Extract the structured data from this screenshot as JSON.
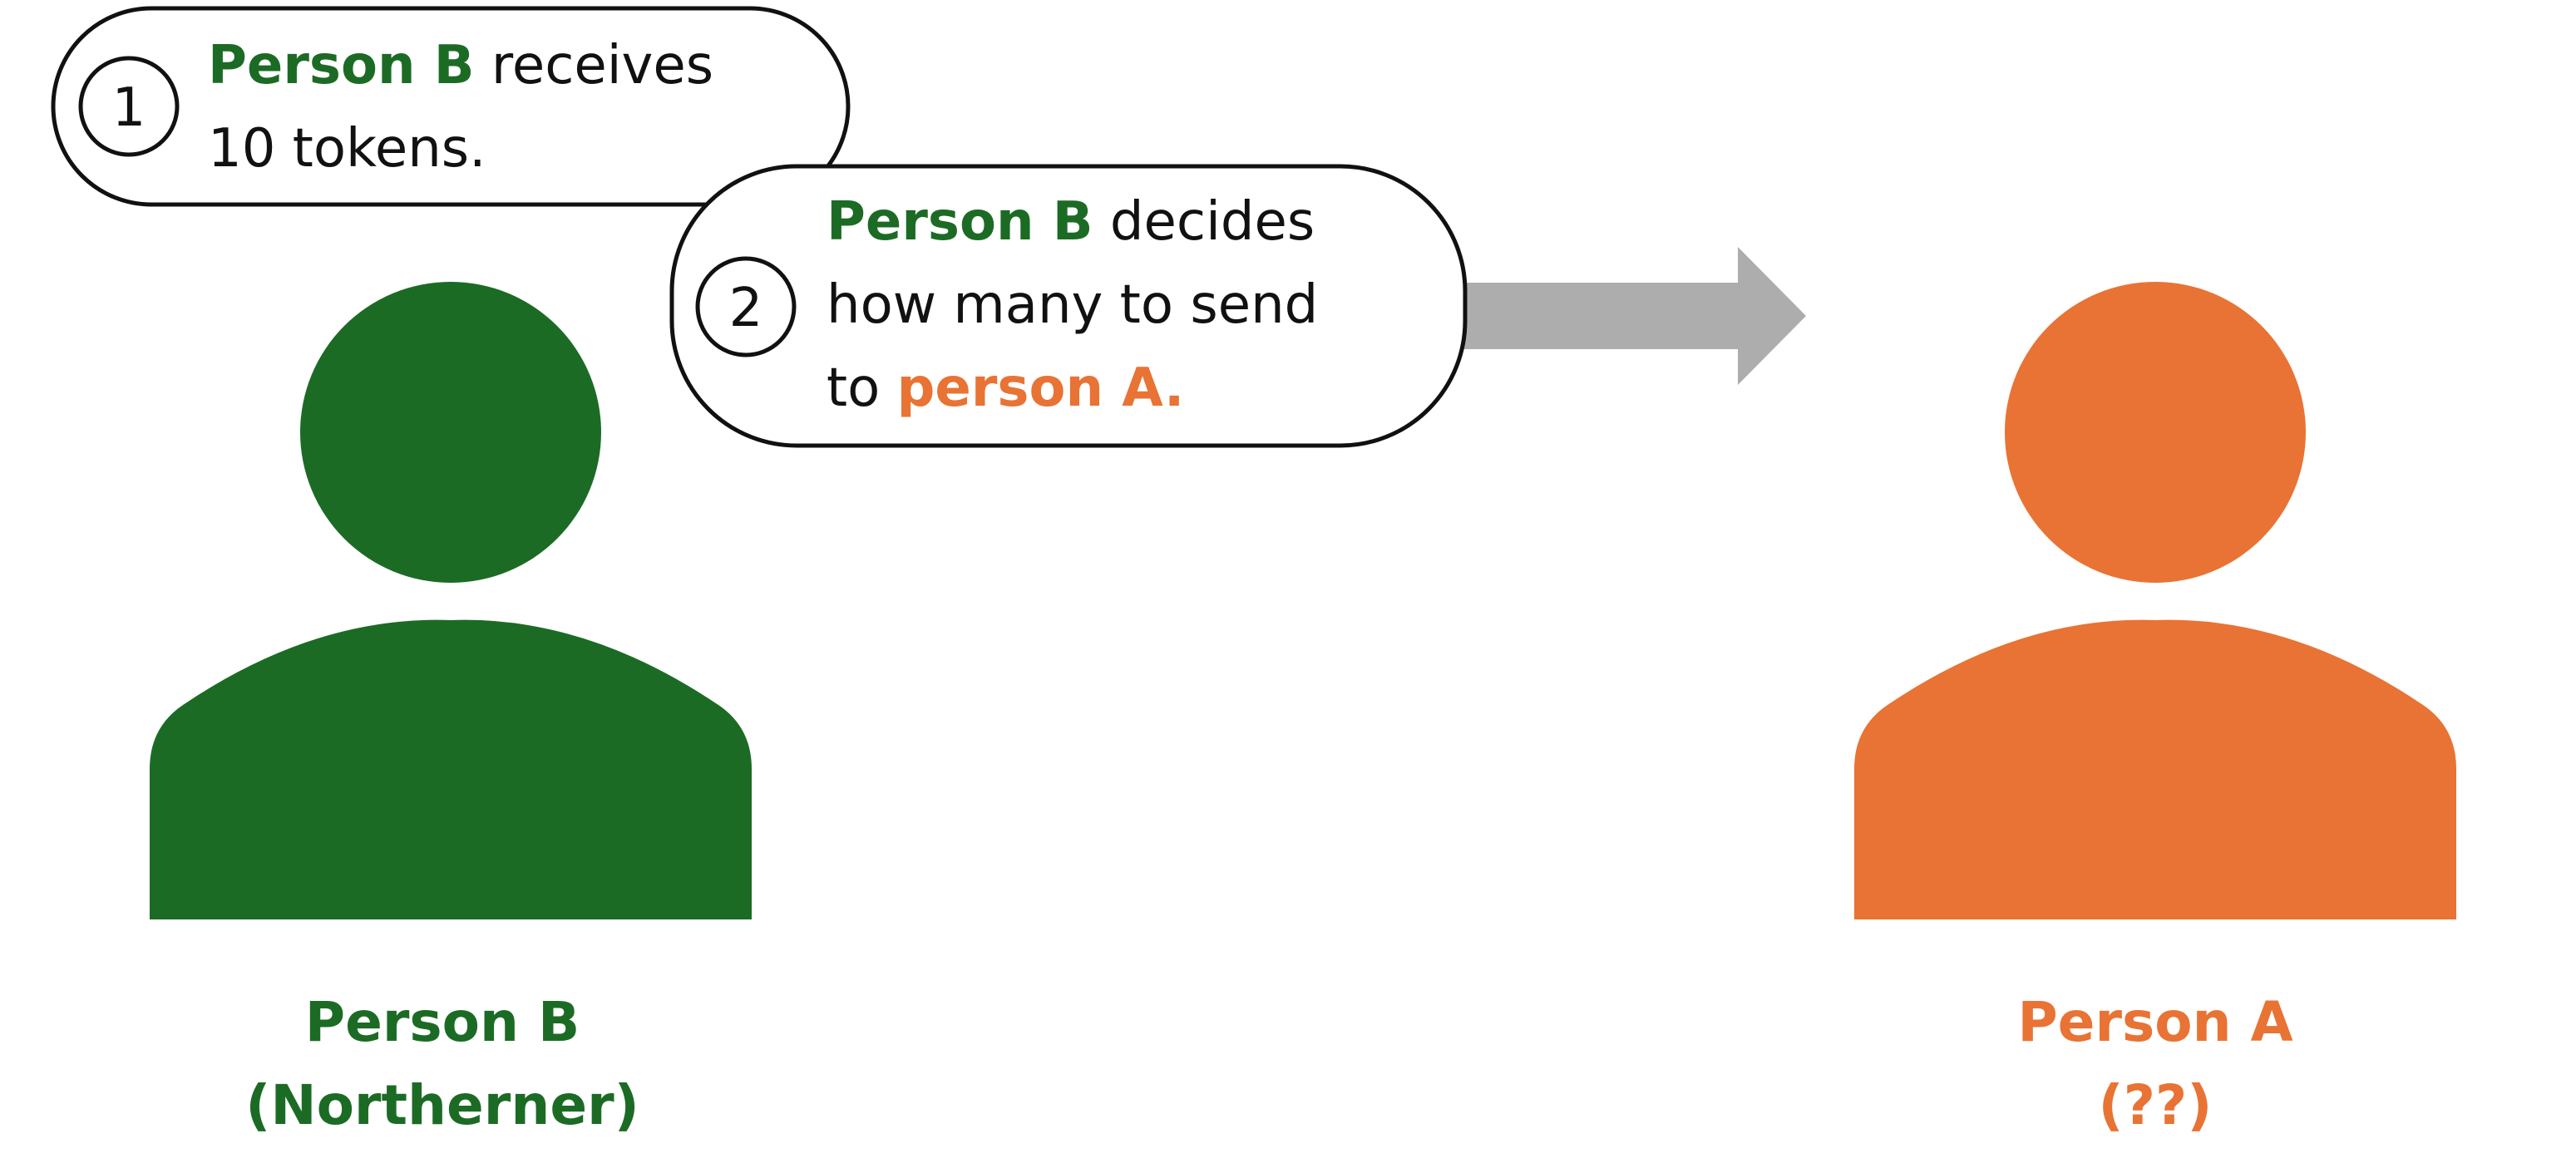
{
  "colors": {
    "person_b": "#1c6b25",
    "person_a": "#e87334",
    "arrow": "#adadad",
    "outline": "#111111",
    "text": "#111111"
  },
  "step1": {
    "number": "1",
    "line1_emphasis": "Person B",
    "line1_rest": " receives",
    "line2": "10 tokens."
  },
  "step2": {
    "number": "2",
    "line1_emphasis": "Person B",
    "line1_rest": " decides",
    "line2": "how many to send",
    "line3_prefix": "to ",
    "line3_emphasis": "person A."
  },
  "person_b": {
    "name": "Person B",
    "role": "(Northerner)",
    "icon": "person-silhouette-icon"
  },
  "person_a": {
    "name": "Person A",
    "role": "(??)",
    "icon": "person-silhouette-icon"
  },
  "transfer_arrow": {
    "icon": "right-arrow-icon"
  }
}
